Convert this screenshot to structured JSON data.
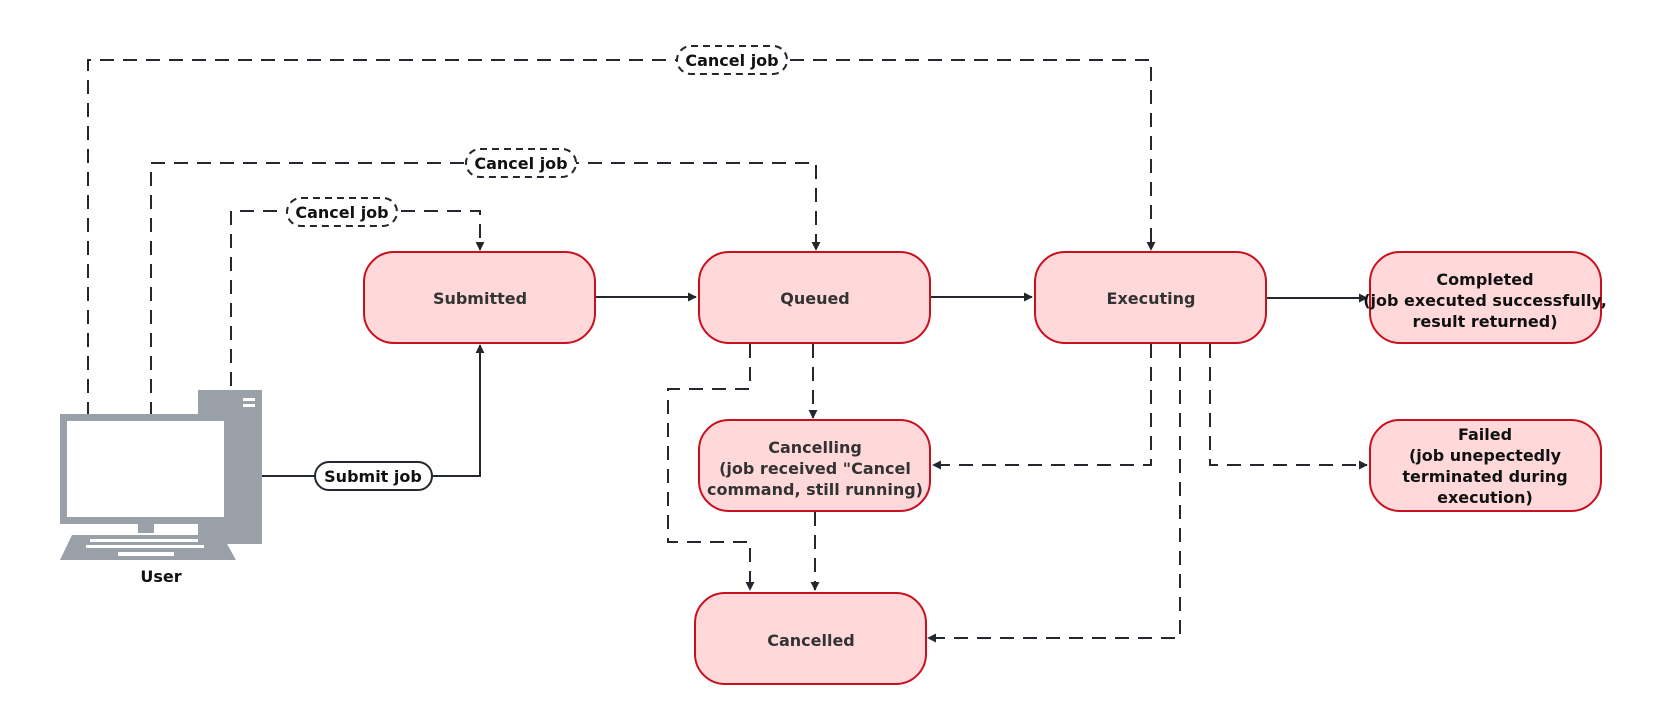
{
  "colors": {
    "node_fill": "#ffd9da",
    "node_stroke": "#c8101e",
    "edge": "#22282e",
    "computer": "#9aa0a8"
  },
  "nodes": {
    "submitted": "Submitted",
    "queued": "Queued",
    "executing": "Executing",
    "completed": [
      "Completed",
      "(job executed successfully,",
      "result returned)"
    ],
    "cancelling": [
      "Cancelling",
      "(job received \"Cancel",
      "command, still running)"
    ],
    "failed": [
      "Failed",
      "(job unepectedly",
      "terminated during",
      "execution)"
    ],
    "cancelled": "Cancelled"
  },
  "edge_labels": {
    "submit_job": "Submit job",
    "cancel_job_submitted": "Cancel job",
    "cancel_job_queued": "Cancel job",
    "cancel_job_executing": "Cancel job"
  },
  "user": {
    "label": "User",
    "icon": "desktop-computer-icon"
  }
}
